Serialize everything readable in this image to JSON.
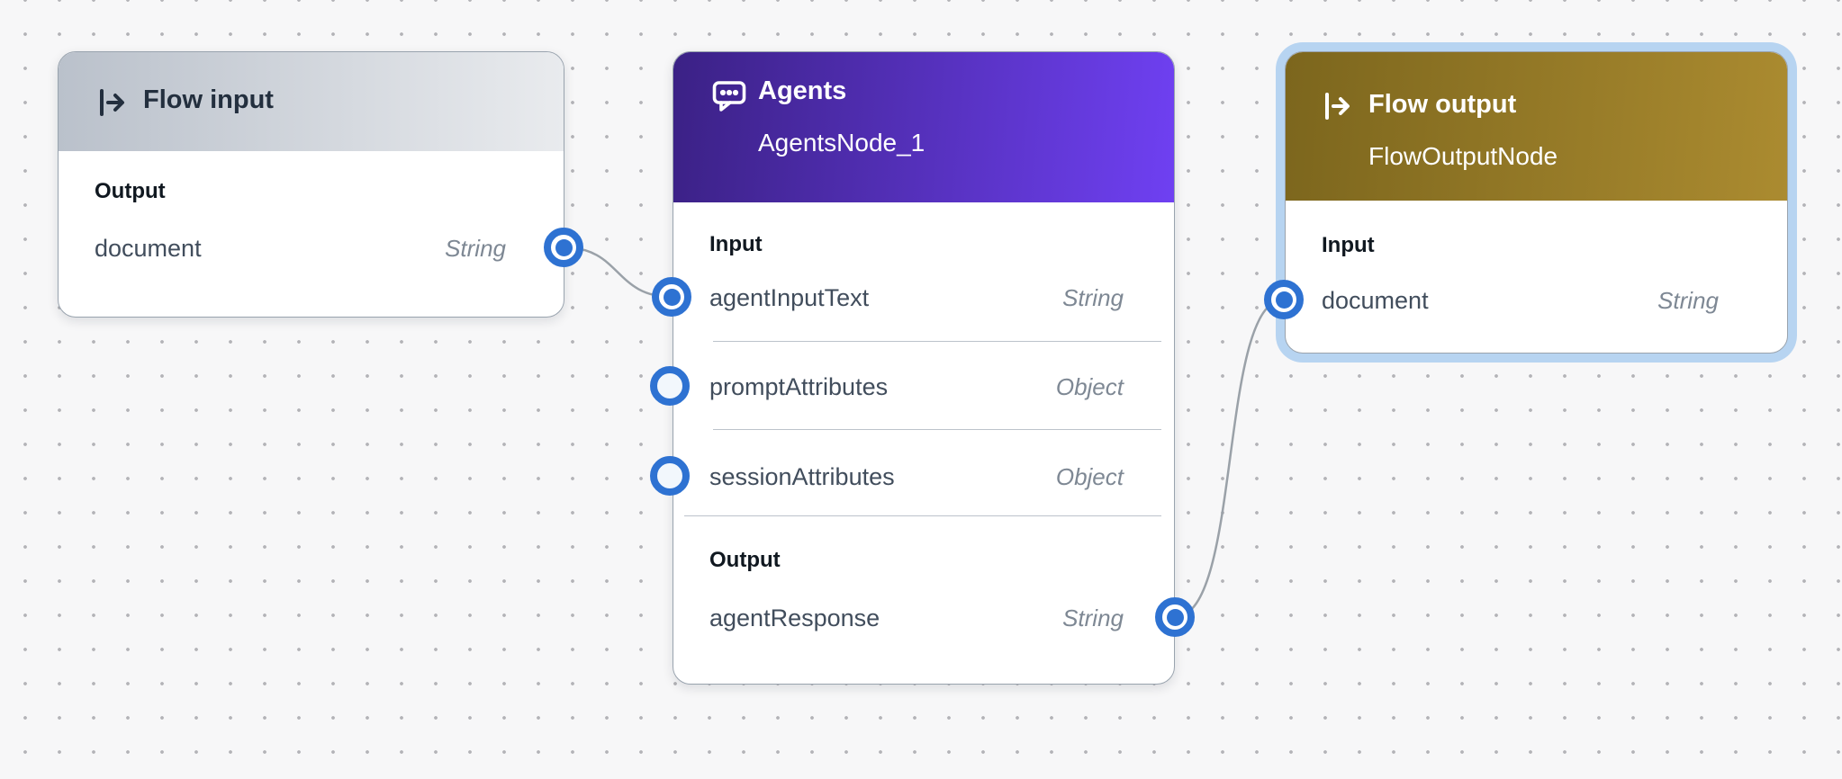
{
  "app": "flow-builder-canvas",
  "colors": {
    "canvas_background": "#f7f7f8",
    "canvas_dot": "#b3b3b7",
    "port_blue": "#2e72d2",
    "selection_halo": "#b7d4f1",
    "connection_line": "#9aa1a8",
    "flow_input_header": [
      "#bac1cb",
      "#e9ebee"
    ],
    "agents_header": [
      "#3b2185",
      "#6f40f2"
    ],
    "flow_output_header": [
      "#7c661d",
      "#ab8b30"
    ],
    "flow_input_title_color": "#232f3e"
  },
  "nodes": {
    "flow_input": {
      "title": "Flow input",
      "icon": "flow-io-icon",
      "section_label": "Output",
      "outputs": [
        {
          "name": "document",
          "type": "String",
          "connected": true
        }
      ]
    },
    "agents": {
      "title": "Agents",
      "subtitle": "AgentsNode_1",
      "icon": "chat-bubble-icon",
      "input_label": "Input",
      "output_label": "Output",
      "inputs": [
        {
          "name": "agentInputText",
          "type": "String",
          "connected": true
        },
        {
          "name": "promptAttributes",
          "type": "Object",
          "connected": false
        },
        {
          "name": "sessionAttributes",
          "type": "Object",
          "connected": false
        }
      ],
      "outputs": [
        {
          "name": "agentResponse",
          "type": "String",
          "connected": true
        }
      ]
    },
    "flow_output": {
      "title": "Flow output",
      "subtitle": "FlowOutputNode",
      "icon": "flow-io-icon",
      "selected": true,
      "input_label": "Input",
      "inputs": [
        {
          "name": "document",
          "type": "String",
          "connected": true
        }
      ]
    }
  },
  "connections": [
    {
      "from": "flow_input.document",
      "to": "agents.agentInputText"
    },
    {
      "from": "agents.agentResponse",
      "to": "flow_output.document"
    }
  ]
}
